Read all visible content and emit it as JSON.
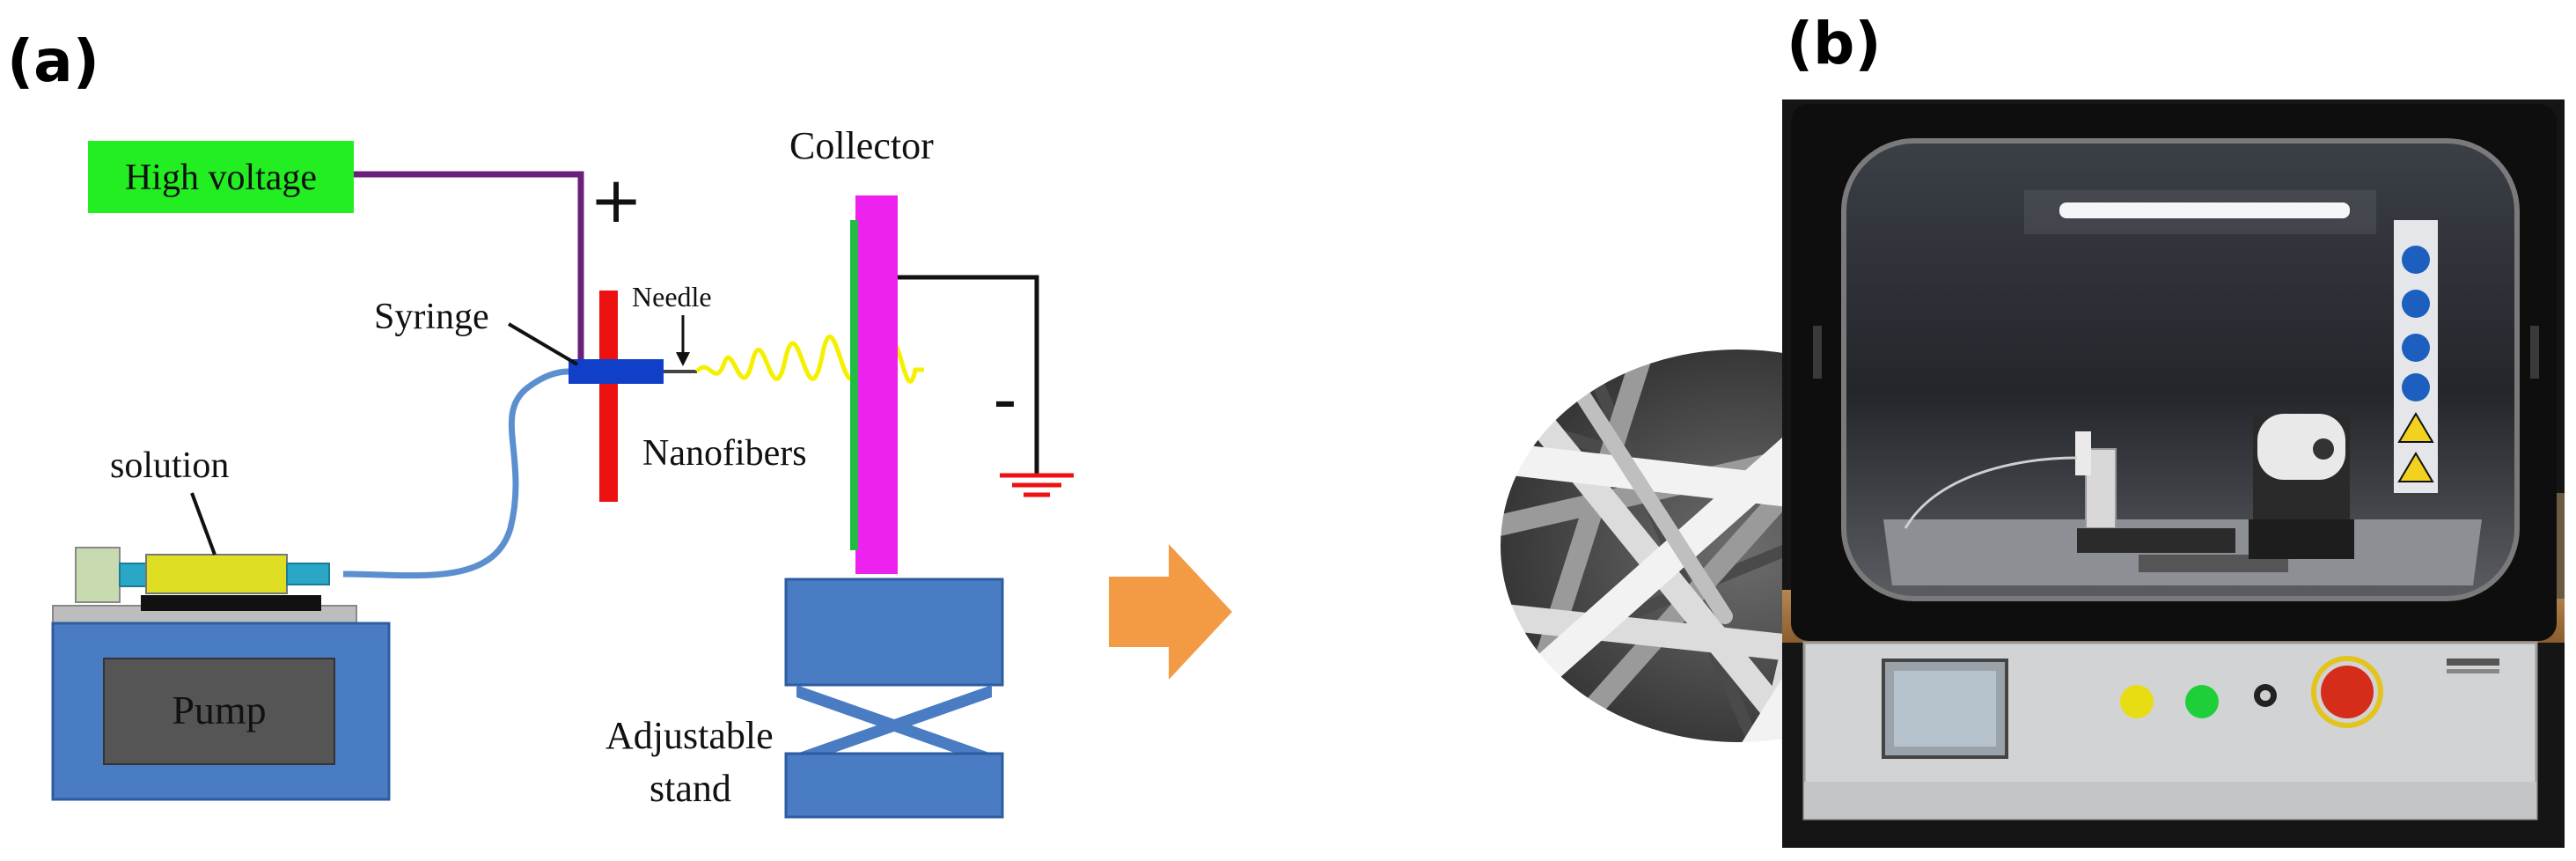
{
  "panel_a": {
    "label": "(a)",
    "high_voltage": "High voltage",
    "plus_sign": "+",
    "minus_sign": "-",
    "collector": "Collector",
    "syringe": "Syringe",
    "needle": "Needle",
    "nanofibers": "Nanofibers",
    "solution": "solution",
    "pump": "Pump",
    "stand_line1": "Adjustable",
    "stand_line2": "stand"
  },
  "panel_b": {
    "label": "(b)"
  },
  "colors": {
    "high_voltage_box": "#22ee22",
    "wire_positive": "#6a1f7a",
    "needle_plate": "#ee1111",
    "syringe": "#1040c8",
    "tube": "#5b8fd0",
    "collector": "#ee22ee",
    "collector_strip": "#22bb44",
    "fiber_jet": "#f5f000",
    "pump_body": "#4a7cc4",
    "pump_screen": "#555555",
    "stand": "#4a7cc4",
    "arrow": "#f39a45",
    "ground": "#ee1111"
  }
}
